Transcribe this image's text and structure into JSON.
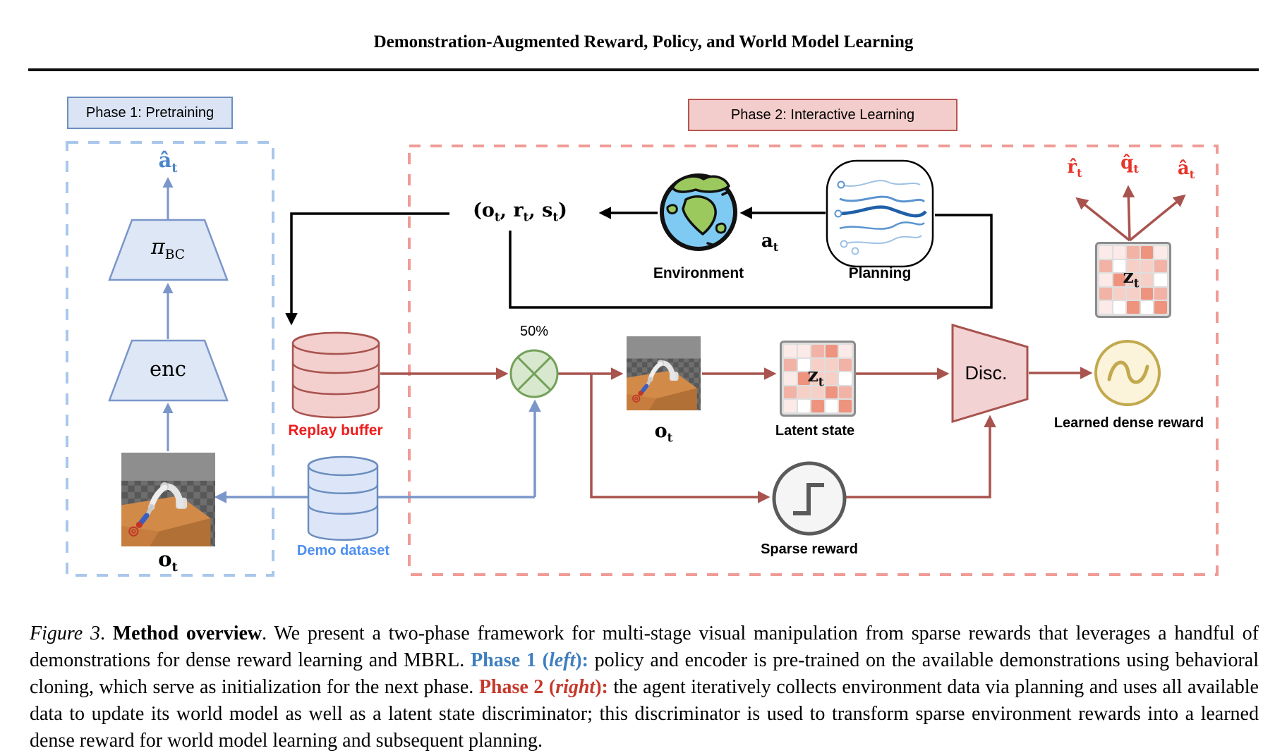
{
  "header": {
    "title": "Demonstration-Augmented Reward, Policy, and World Model Learning"
  },
  "phase1": {
    "label": "Phase 1: Pretraining",
    "action_base": "â",
    "policy_base": "π",
    "policy_sub": "BC",
    "encoder": "enc",
    "obs_base": "o",
    "sub_t": "t"
  },
  "phase2": {
    "label": "Phase 2: Interactive Learning",
    "tuple_o": "(o",
    "tuple_r": ", r",
    "tuple_s": ", s",
    "tuple_close": ")",
    "action_base": "a",
    "environment_label": "Environment",
    "planning_label": "Planning",
    "mix_pct": "50%",
    "obs_base": "o",
    "latent_base": "z",
    "latent_label": "Latent state",
    "disc_label": "Disc.",
    "sparse_label": "Sparse reward",
    "dense_label": "Learned dense reward",
    "rhat_base": "r̂",
    "qhat_base": "q̂",
    "ahat_base": "â",
    "sub_t": "t"
  },
  "buffers": {
    "replay_label": "Replay buffer",
    "demo_label": "Demo dataset"
  },
  "grid": {
    "pattern": [
      [
        1,
        1,
        3,
        4,
        1
      ],
      [
        3,
        0,
        2,
        2,
        3
      ],
      [
        1,
        4,
        2,
        2,
        0
      ],
      [
        3,
        2,
        2,
        4,
        3
      ],
      [
        1,
        0,
        4,
        0,
        4
      ]
    ],
    "palette": {
      "0": "#ffffff",
      "1": "#fbeae7",
      "2": "#f6cfc7",
      "3": "#f2b3a6",
      "4": "#ee937e"
    }
  },
  "colors": {
    "phase1_blue_border": "#6c8ebf",
    "phase1_dash": "#a9c7ec",
    "phase2_red_border": "#b85450",
    "phase2_dash": "#f09b96",
    "arrow_red": "#a8534e",
    "arrow_blue": "#7b96c9",
    "replay_text_red": "#ed1c1c",
    "demo_text_blue": "#4d8ff0",
    "mixer_green": "#74a059",
    "reward_gold": "#c2a94e",
    "fan_label_red": "#e8342a",
    "caption_phase1_blue": "#3e7ebf",
    "caption_phase2_red": "#c53a2c"
  },
  "caption": {
    "fig": "Figure 3",
    "dot1": ". ",
    "bold_title": "Method overview",
    "seg1": ". We present a two-phase framework for multi-stage visual manipulation from sparse rewards that leverages a handful of demonstrations for dense reward learning and MBRL. ",
    "p1_label": "Phase 1 (",
    "p1_italic": "left",
    "p1_close": "):",
    "seg2": " policy and encoder is pre-trained on the available demonstrations using behavioral cloning, which serve as initialization for the next phase. ",
    "p2_label": "Phase 2 (",
    "p2_italic": "right",
    "p2_close": "):",
    "seg3": " the agent iteratively collects environment data via planning and uses all available data to update its world model as well as a latent state discriminator; this discriminator is used to transform sparse environment rewards into a learned dense reward for world model learning and subsequent planning."
  }
}
